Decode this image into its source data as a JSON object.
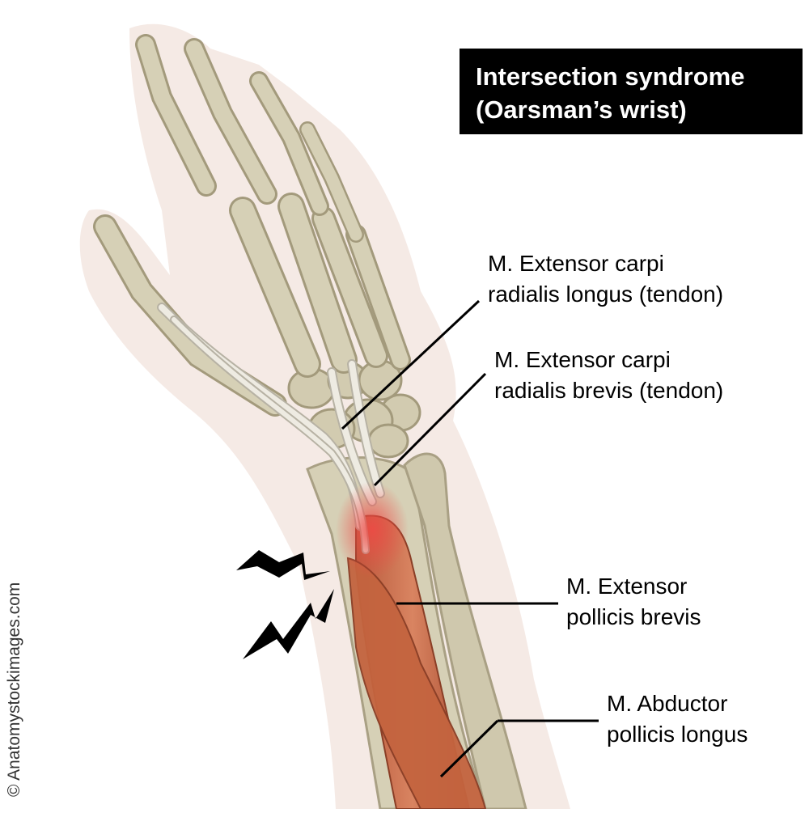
{
  "title": {
    "line1": "Intersection syndrome",
    "line2": "(Oarsman’s wrist)"
  },
  "labels": {
    "ecrl": {
      "line1": "M. Extensor carpi",
      "line2": "radialis longus (tendon)"
    },
    "ecrb": {
      "line1": "M. Extensor carpi",
      "line2": "radialis brevis (tendon)"
    },
    "epb": {
      "line1": "M. Extensor",
      "line2": "pollicis brevis"
    },
    "apl": {
      "line1": "M. Abductor",
      "line2": "pollicis longus"
    }
  },
  "credit": "© Anatomystockimages.com",
  "colors": {
    "bone": "#d6d0b6",
    "bone_shade": "#a9a084",
    "skin": "#f3e6e1",
    "muscle": "#c96a48",
    "tendon": "#e9e6dc",
    "inflammation": "#e8534a",
    "text": "#000000",
    "title_bg": "#000000",
    "title_fg": "#ffffff"
  },
  "icons": [
    "pain-lightning-icon",
    "pain-lightning-icon"
  ]
}
